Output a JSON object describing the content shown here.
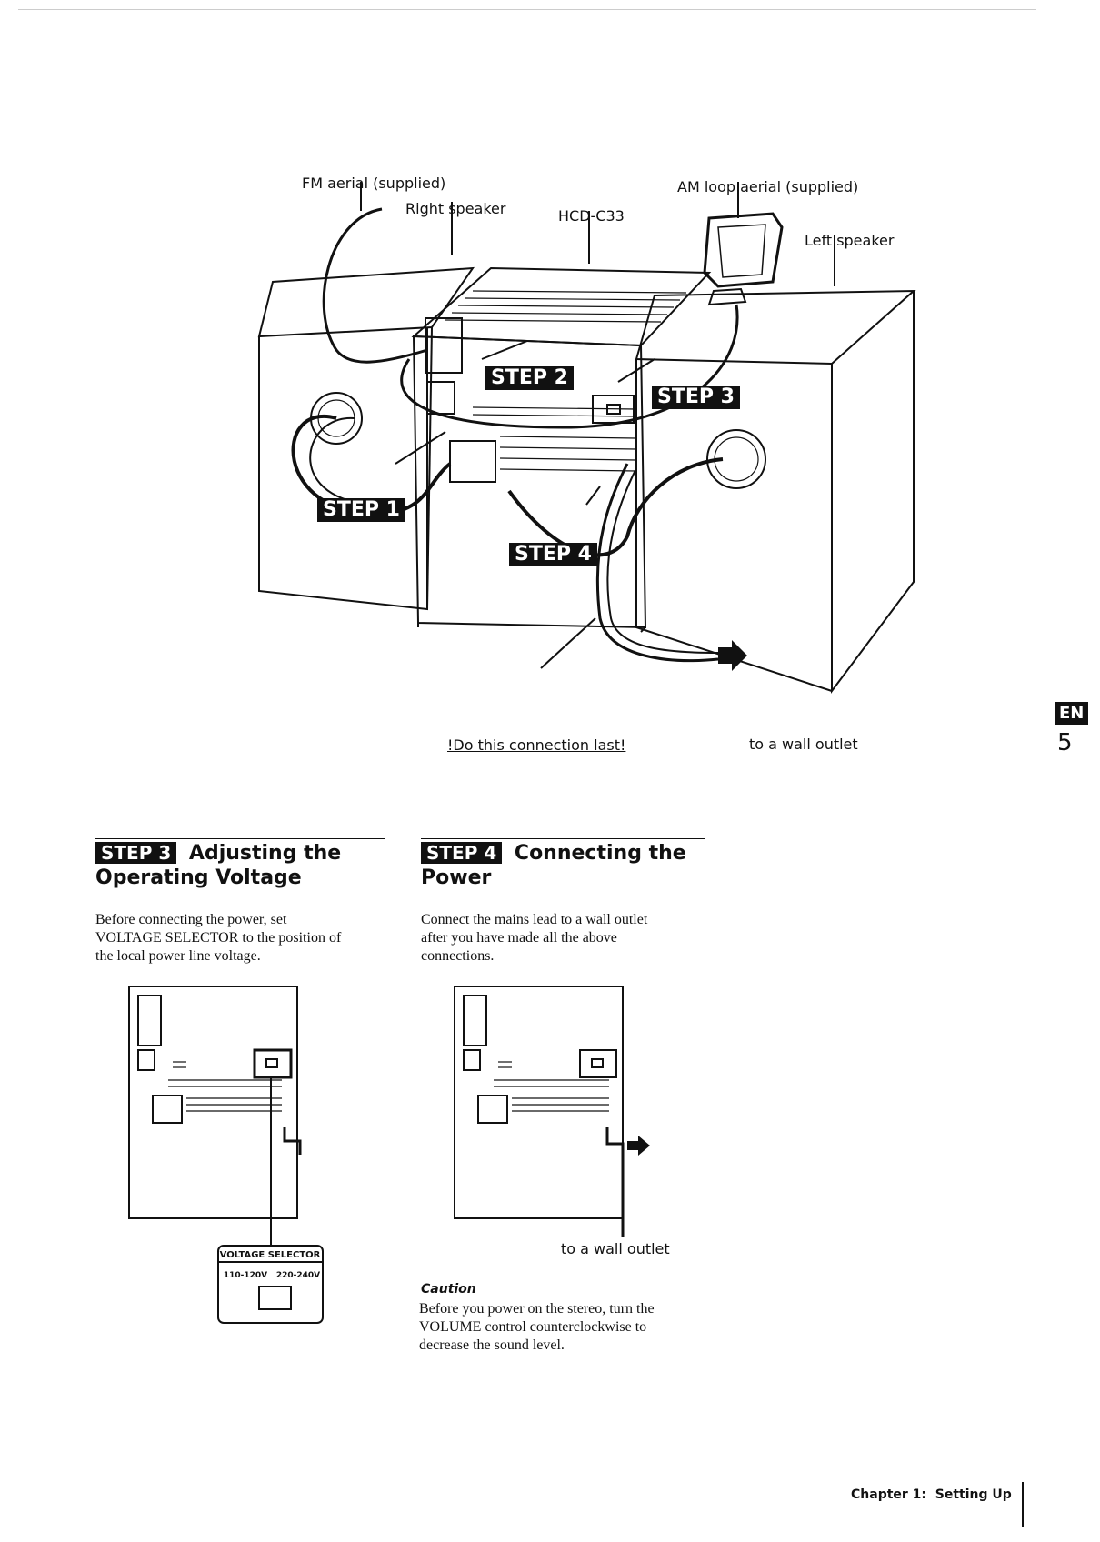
{
  "main_diagram": {
    "fm_aerial": "FM aerial (supplied)",
    "right_speaker": "Right speaker",
    "unit_model": "HCD-C33",
    "am_aerial": "AM loop aerial (supplied)",
    "left_speaker": "Left speaker",
    "step1": "STEP 1",
    "step2": "STEP 2",
    "step3": "STEP 3",
    "step4": "STEP 4",
    "last_note": "!Do this connection last!",
    "wall_outlet": "to a wall outlet"
  },
  "side_tab": {
    "lang": "EN",
    "page": "5"
  },
  "step3": {
    "badge": "STEP 3",
    "title_line1": "Adjusting the",
    "title_line2": "Operating Voltage",
    "body_line1": "Before connecting the power, set",
    "body_line2": "VOLTAGE SELECTOR to the position of",
    "body_line3": "the local power line voltage.",
    "selector_title": "VOLTAGE SELECTOR",
    "opt_low": "110-120V",
    "opt_high": "220-240V"
  },
  "step4": {
    "badge": "STEP 4",
    "title_line1": "Connecting the",
    "title_line2": "Power",
    "body_line1": "Connect the mains lead to a wall outlet",
    "body_line2": "after you have made all the above",
    "body_line3": "connections.",
    "wall_outlet": "to a wall outlet",
    "caution_title": "Caution",
    "caution_line1": "Before you power on the stereo, turn the",
    "caution_line2": "VOLUME control counterclockwise to",
    "caution_line3": "decrease the sound level."
  },
  "footer": {
    "chapter": "Chapter 1:",
    "section": "Setting Up"
  }
}
